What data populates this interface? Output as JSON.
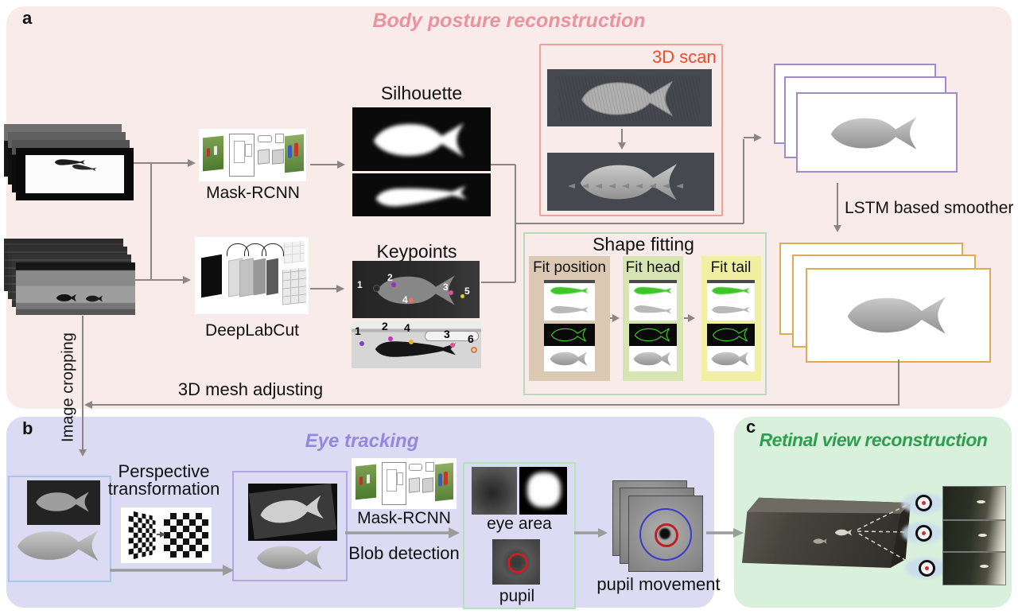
{
  "colors": {
    "panel_a_bg": "#f9ebe9",
    "panel_a_title": "#e8949e",
    "panel_b_bg": "#dddbf3",
    "panel_b_title": "#9488de",
    "panel_c_bg": "#d8f0dc",
    "panel_c_title": "#2f9e4f",
    "scan_box_border": "#efa295",
    "scan_label_color": "#e64c2d",
    "shape_box_border": "#b7dbb7",
    "fit_position_bg": "#dcc9b4",
    "fit_head_bg": "#d7e5b3",
    "fit_tail_bg": "#f1efa2",
    "purple_frame_border": "#a18bc4",
    "yellow_frame_border": "#dfaa58",
    "blue_box_border": "#a5c9ed",
    "purple_box_border": "#b3a6e3",
    "green_box_border": "#b2e6b8",
    "arrow_gray": "#8b8684"
  },
  "panel_a": {
    "label": "a",
    "title": "Body posture reconstruction",
    "mask_rcnn_label": "Mask-RCNN",
    "deeplabcut_label": "DeepLabCut",
    "silhouette_label": "Silhouette",
    "keypoints_label": "Keypoints",
    "keypoints_side": [
      "1",
      "2",
      "3",
      "4",
      "5"
    ],
    "keypoints_top": [
      "1",
      "2",
      "4",
      "3",
      "6"
    ],
    "scan_label": "3D scan",
    "shape_fitting_title": "Shape fitting",
    "fit_steps": [
      {
        "label": "Fit position"
      },
      {
        "label": "Fit head"
      },
      {
        "label": "Fit tail"
      }
    ],
    "lstm_label": "LSTM based smoother",
    "mesh_adjust_label": "3D mesh adjusting",
    "image_cropping_label": "Image cropping"
  },
  "panel_b": {
    "label": "b",
    "title": "Eye tracking",
    "perspective_label_line1": "Perspective",
    "perspective_label_line2": "transformation",
    "mask_rcnn_label": "Mask-RCNN",
    "blob_label": "Blob detection",
    "eye_area_label": "eye area",
    "pupil_label": "pupil",
    "pupil_movement_label": "pupil movement"
  },
  "panel_c": {
    "label": "c",
    "title": "Retinal view reconstruction"
  }
}
